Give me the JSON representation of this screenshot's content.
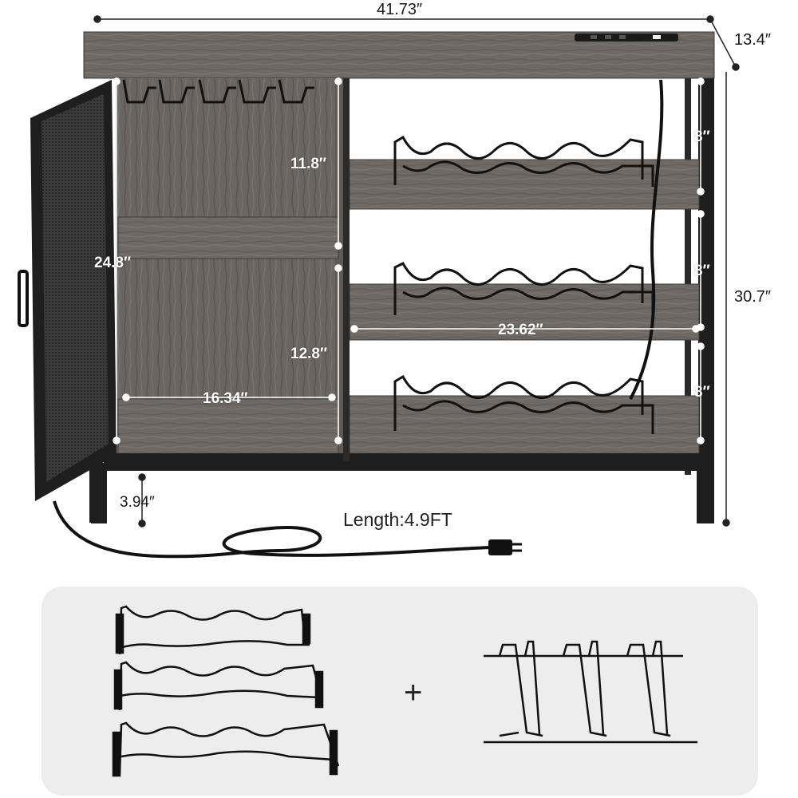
{
  "product": {
    "dimensions": {
      "width": "41.73″",
      "depth": "13.4″",
      "height": "30.7″",
      "cabinet_height": "24.8″",
      "cabinet_upper": "11.8″",
      "cabinet_lower": "12.8″",
      "cabinet_width": "16.34″",
      "rack_shelf_1": "8″",
      "rack_shelf_2": "8″",
      "rack_shelf_3": "8″",
      "rack_width": "23.62″",
      "leg_clearance": "3.94″"
    },
    "cord": {
      "label": "Length:4.9FT"
    }
  },
  "accessories": {
    "wine_racks_count": 3,
    "glass_holder_count": 1,
    "plus_sign": "+"
  },
  "colors": {
    "wood": "#6f6a66",
    "wood_dark": "#4f4b48",
    "metal": "#1e1e1e",
    "panel": "#ededed",
    "dim_line": "#222222"
  }
}
